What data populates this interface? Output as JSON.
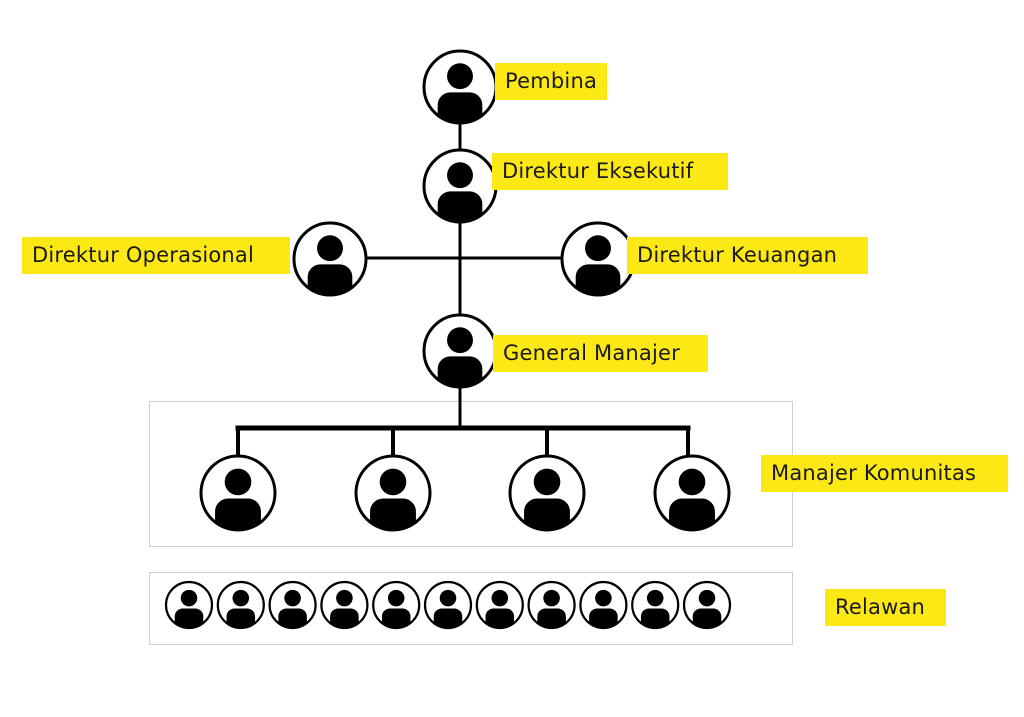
{
  "title": "Struktur Organisasi",
  "colors": {
    "label_bg": "#fce814",
    "line": "#000000",
    "box_border": "#cfcfcf"
  },
  "nodes": {
    "pembina": {
      "label": "Pembina",
      "icon": "person-icon"
    },
    "direktur_eksekutif": {
      "label": "Direktur Eksekutif",
      "icon": "person-icon"
    },
    "direktur_operasional": {
      "label": "Direktur Operasional",
      "icon": "person-icon"
    },
    "direktur_keuangan": {
      "label": "Direktur Keuangan",
      "icon": "person-icon"
    },
    "general_manajer": {
      "label": "General Manajer",
      "icon": "person-icon"
    }
  },
  "groups": {
    "manajer_komunitas": {
      "label": "Manajer Komunitas",
      "count": 4,
      "icon": "person-icon"
    },
    "relawan": {
      "label": "Relawan",
      "count": 11,
      "icon": "person-icon"
    }
  }
}
